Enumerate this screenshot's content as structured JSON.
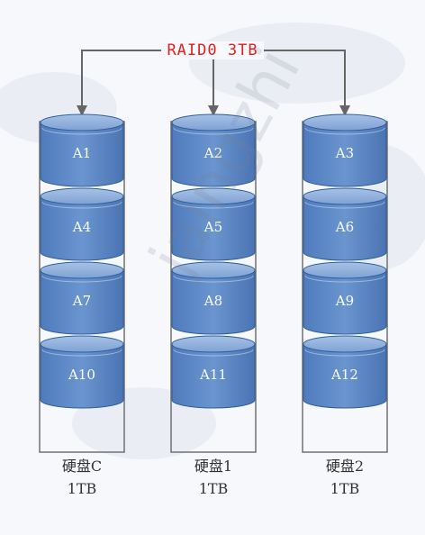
{
  "title": "RAID0   3TB",
  "watermark": "jaingzhi",
  "colors": {
    "cylinder_top": "#8fb0dc",
    "cylinder_body": "#5b86c4",
    "cylinder_edge": "#2f5f9a",
    "line": "#666666",
    "title": "#e02020"
  },
  "disks": [
    {
      "name": "硬盘C",
      "size": "1TB",
      "blocks": [
        "A1",
        "A4",
        "A7",
        "A10"
      ]
    },
    {
      "name": "硬盘1",
      "size": "1TB",
      "blocks": [
        "A2",
        "A5",
        "A8",
        "A11"
      ]
    },
    {
      "name": "硬盘2",
      "size": "1TB",
      "blocks": [
        "A3",
        "A6",
        "A9",
        "A12"
      ]
    }
  ]
}
